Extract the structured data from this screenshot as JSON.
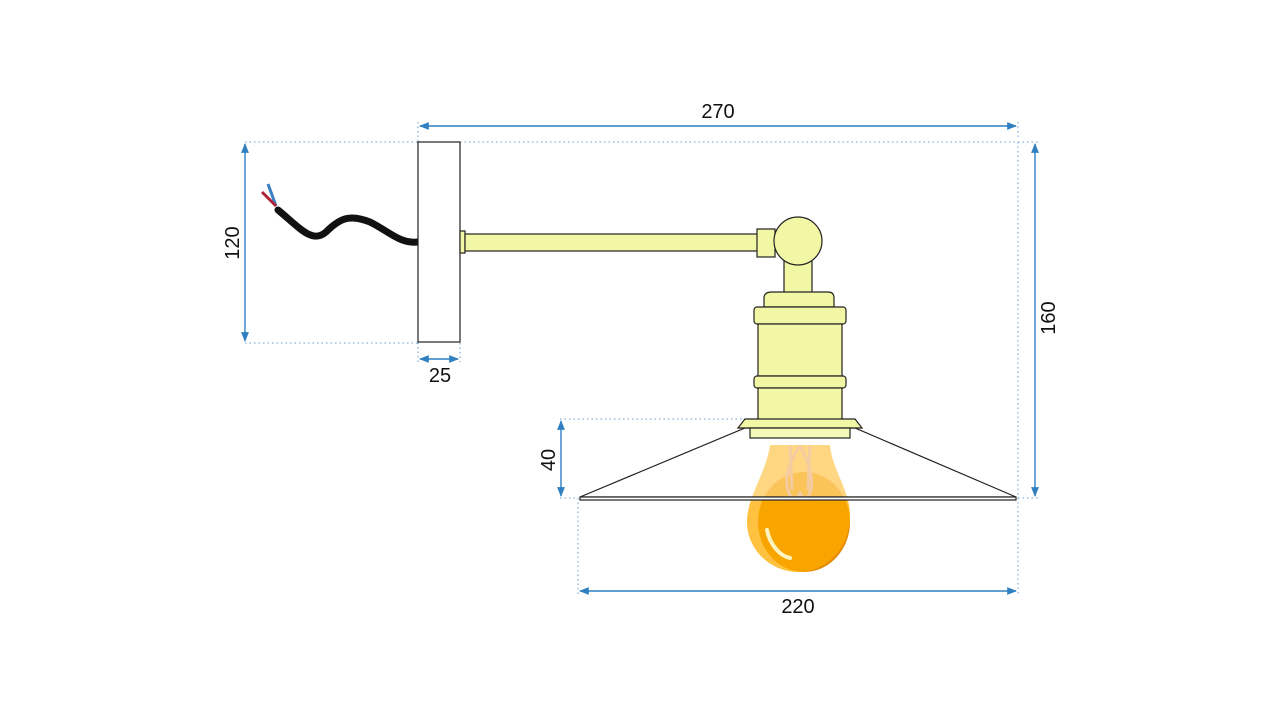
{
  "dimensions": {
    "overall_width": "270",
    "backplate_height": "120",
    "backplate_depth": "25",
    "overall_height": "160",
    "shade_height": "40",
    "shade_diameter": "220"
  },
  "colors": {
    "dimension_line": "#2f7fc1",
    "guide_line": "#6a9fcf",
    "brass_fill": "#f2f7a6",
    "plate_fill": "#ffffff",
    "cable": "#111111",
    "wire_blue": "#3b7fc4",
    "wire_red": "#b0243a",
    "bulb_glass": "#ffad00",
    "bulb_shadow": "#e58a00",
    "filament": "#f0b070",
    "outline": "#222222"
  }
}
